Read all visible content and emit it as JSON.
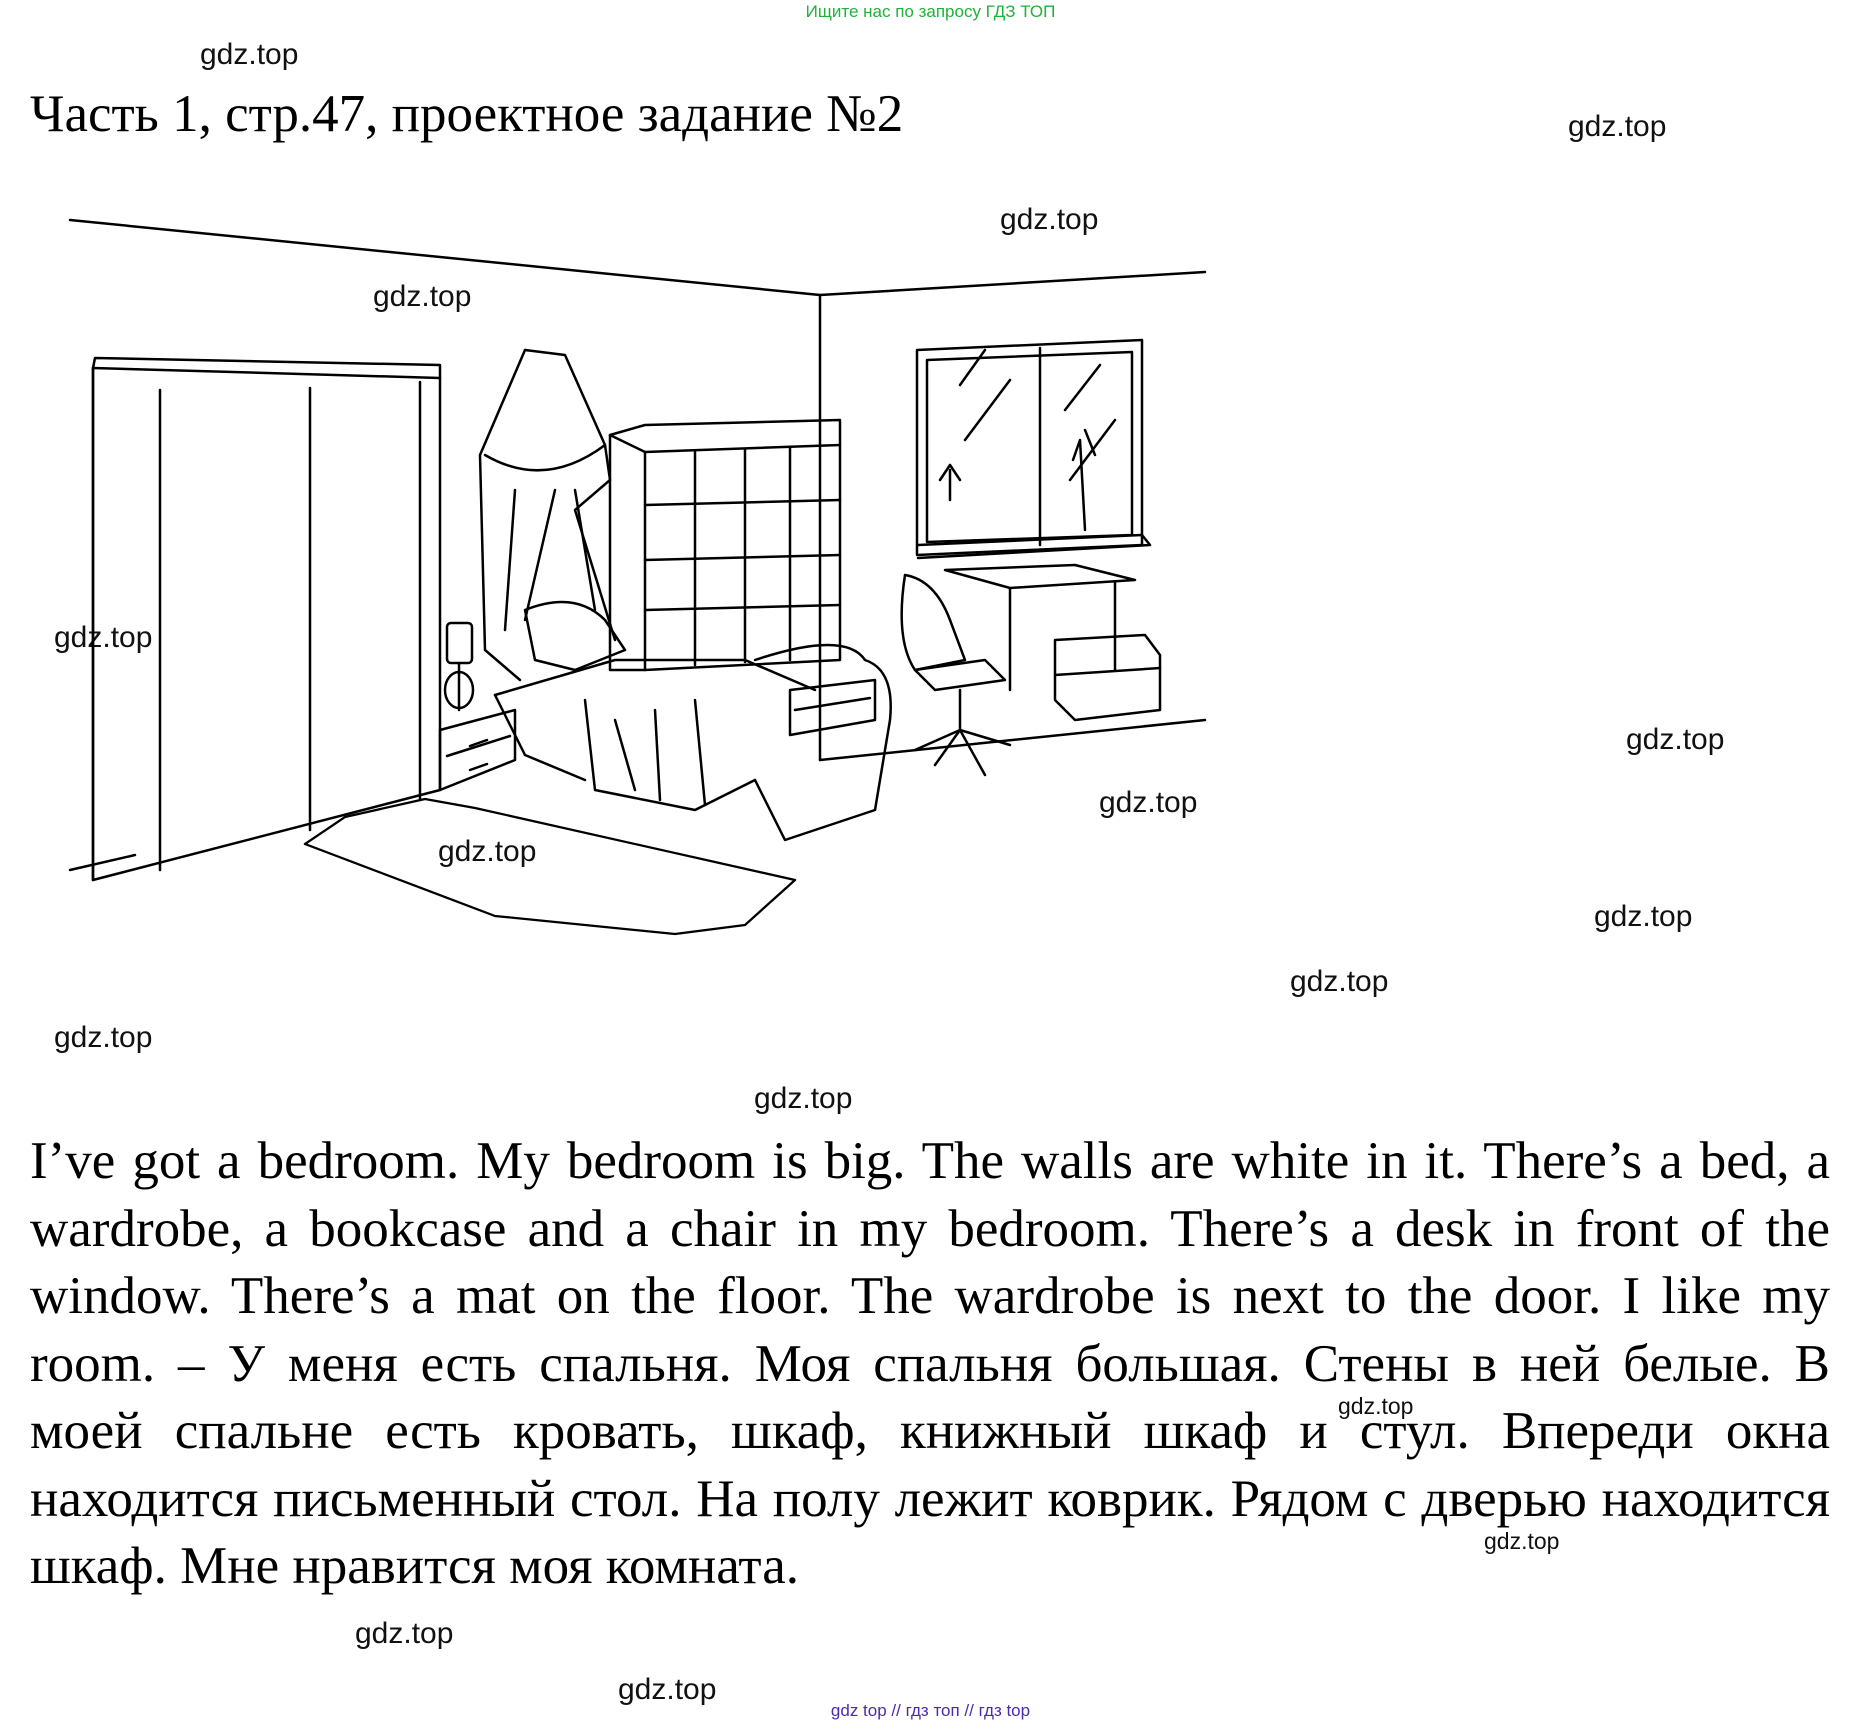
{
  "banner": "Ищите нас по запросу ГДЗ ТОП",
  "title": "Часть 1, стр.47, проектное задание №2",
  "watermark": "gdz.top",
  "paragraph": "I’ve got a bedroom. My bedroom is big. The walls are white in it. There’s a bed, a wardrobe, a bookcase and a chair in my bedroom. There’s a desk in front of the window. There’s a mat on the floor. The wardrobe is next to the door. I like my room. – У меня есть спальня. Моя спальня большая. Стены в ней белые. В моей спальне есть кровать, шкаф, книжный шкаф и стул. Впереди окна находится письменный стол. На полу лежит коврик. Рядом с дверью находится шкаф. Мне нравится моя комната.",
  "footer": "gdz top // гдз топ // гдз top",
  "colors": {
    "banner": "#1fb23a",
    "footer": "#4a2bb0"
  }
}
